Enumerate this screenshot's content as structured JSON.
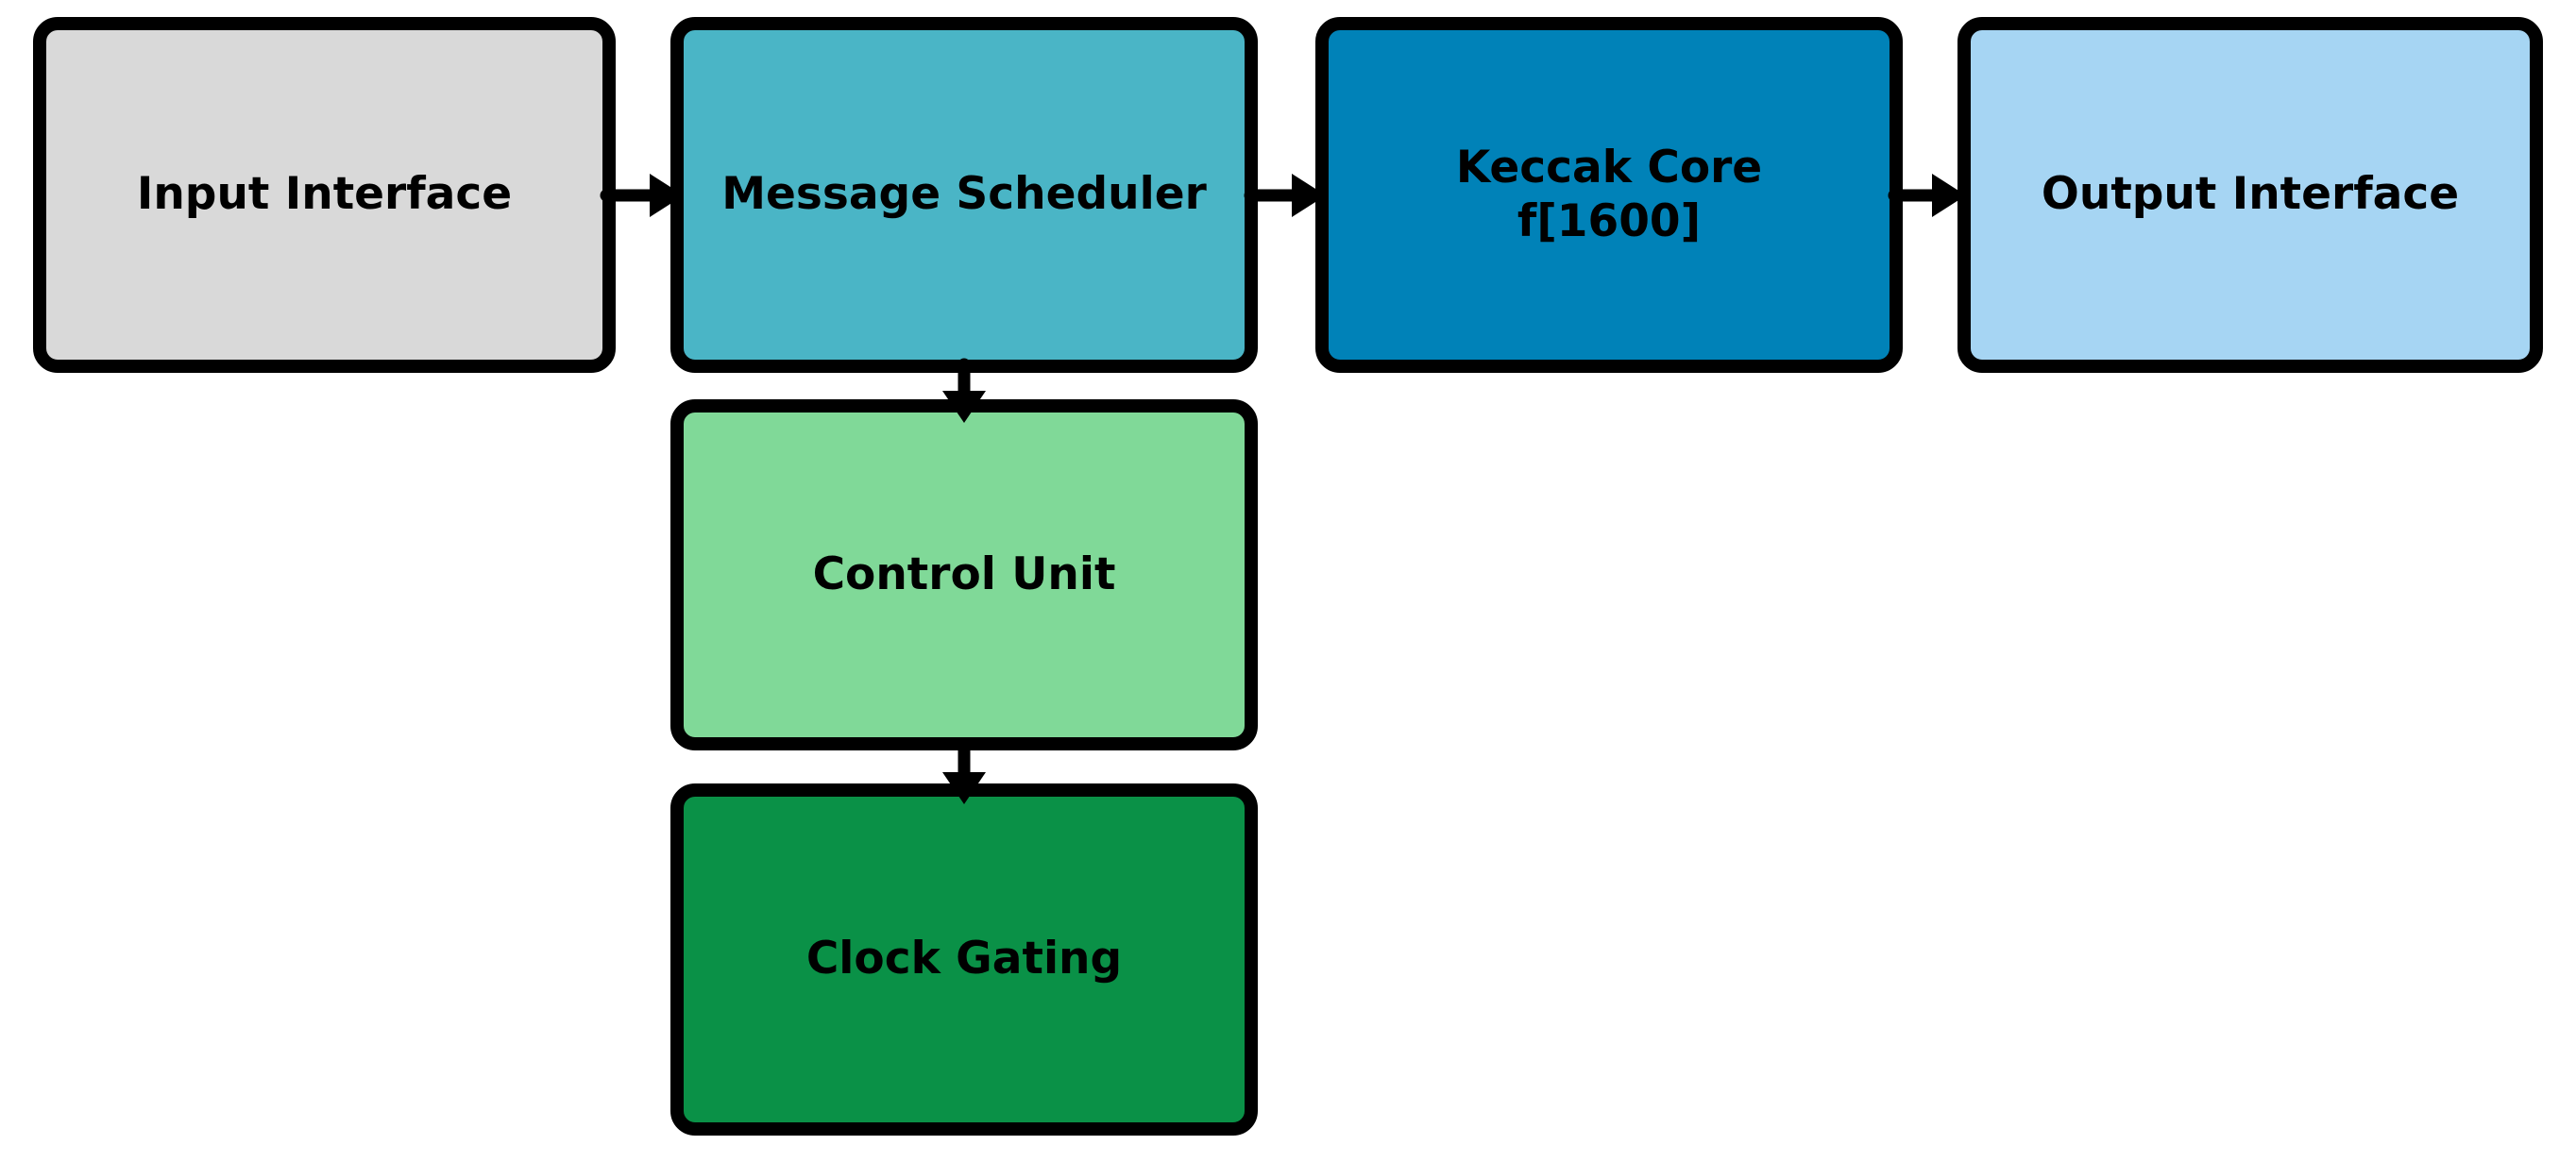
{
  "diagram": {
    "background": "#ffffff",
    "border_color": "#000000",
    "text_color": "#000000"
  },
  "boxes": [
    {
      "id": "input-interface",
      "label": "Input Interface",
      "fill": "#d9d9d9"
    },
    {
      "id": "message-scheduler",
      "label": "Message Scheduler",
      "fill": "#4ab5c6"
    },
    {
      "id": "keccak-core",
      "label_line1": "Keccak Core",
      "label_line2": "f[1600]",
      "fill": "#0082b8"
    },
    {
      "id": "output-interface",
      "label": "Output Interface",
      "fill": "#a6d5f3"
    },
    {
      "id": "control-unit",
      "label": "Control Unit",
      "fill": "#80d998"
    },
    {
      "id": "clock-gating",
      "label": "Clock Gating",
      "fill": "#0a9147"
    }
  ],
  "edges": [
    {
      "from": "input-interface",
      "to": "message-scheduler",
      "direction": "right"
    },
    {
      "from": "message-scheduler",
      "to": "keccak-core",
      "direction": "right"
    },
    {
      "from": "keccak-core",
      "to": "output-interface",
      "direction": "right"
    },
    {
      "from": "message-scheduler",
      "to": "control-unit",
      "direction": "down"
    },
    {
      "from": "control-unit",
      "to": "clock-gating",
      "direction": "down"
    }
  ]
}
